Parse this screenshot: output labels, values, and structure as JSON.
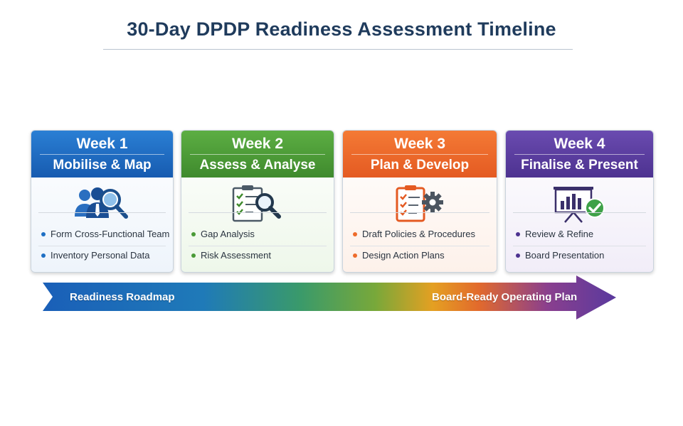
{
  "title": "30-Day DPDP Readiness Assessment Timeline",
  "weeks": [
    {
      "week": "Week 1",
      "name": "Mobilise & Map",
      "icon": "team-search-icon",
      "color": "#1e6fc4",
      "items": [
        "Form Cross-Functional Team",
        "Inventory Personal Data"
      ]
    },
    {
      "week": "Week 2",
      "name": "Assess & Analyse",
      "icon": "checklist-magnifier-icon",
      "color": "#4a9a37",
      "items": [
        "Gap Analysis",
        "Risk Assessment"
      ]
    },
    {
      "week": "Week 3",
      "name": "Plan & Develop",
      "icon": "clipboard-gear-icon",
      "color": "#ee6b2b",
      "items": [
        "Draft Policies & Procedures",
        "Design Action Plans"
      ]
    },
    {
      "week": "Week 4",
      "name": "Finalise & Present",
      "icon": "presentation-check-icon",
      "color": "#5a3d9e",
      "items": [
        "Review & Refine",
        "Board Presentation"
      ]
    }
  ],
  "roadmap": {
    "start_label": "Readiness Roadmap",
    "end_label": "Board-Ready Operating Plan"
  }
}
